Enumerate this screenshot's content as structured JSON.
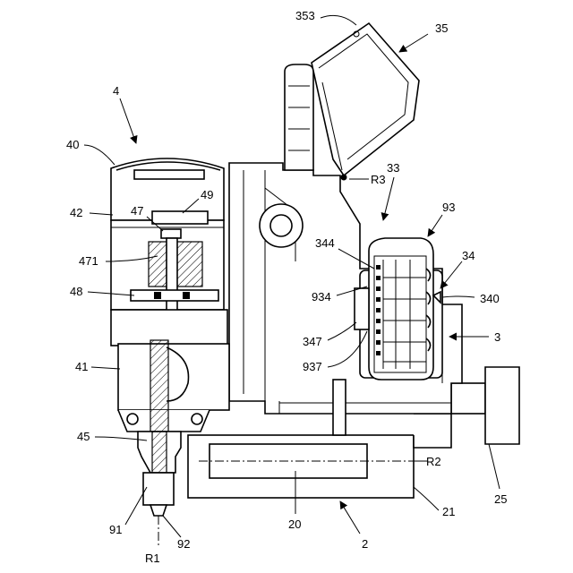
{
  "labels": {
    "l353": "353",
    "l35": "35",
    "l4": "4",
    "l40": "40",
    "l42": "42",
    "l49": "49",
    "l47": "47",
    "l471": "471",
    "l48": "48",
    "l41": "41",
    "l45": "45",
    "l91": "91",
    "l92": "92",
    "lR1": "R1",
    "lR2": "R2",
    "lR3": "R3",
    "l33": "33",
    "l93": "93",
    "l344": "344",
    "l34": "34",
    "l934": "934",
    "l340": "340",
    "l347": "347",
    "l3": "3",
    "l937": "937",
    "l25": "25",
    "l20": "20",
    "l21": "21",
    "l2": "2"
  }
}
